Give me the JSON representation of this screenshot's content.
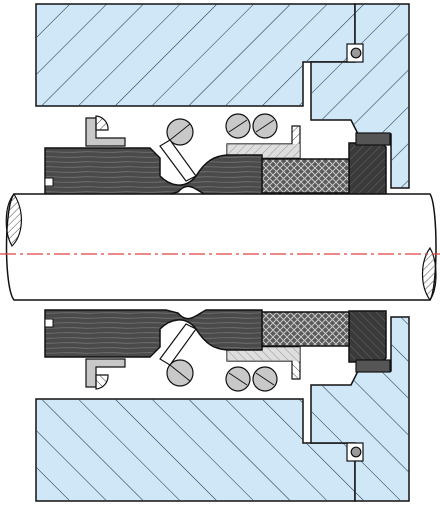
{
  "diagram": {
    "title": "",
    "labels": [],
    "colors": {
      "housing_fill": "#cfe7f7",
      "hatch_line": "#2a3a4a",
      "outline": "#111111",
      "bellows_fill": "#4a4a4a",
      "bellows_grain": "#8a8a8a",
      "face_fill": "#3a3a3a",
      "carbon_fill": "#5a5a5a",
      "carbon_mesh": "#bdbdbd",
      "steel_fill": "#c8c8c8",
      "centerline": "#e04040",
      "shaft_fill": "#ffffff"
    },
    "components": [
      "housing",
      "gland-plate",
      "o-ring",
      "shaft",
      "rubber-bellows",
      "spring-coils",
      "drive-ring",
      "retainer-band",
      "carbon-seal-face",
      "stationary-seat"
    ]
  }
}
